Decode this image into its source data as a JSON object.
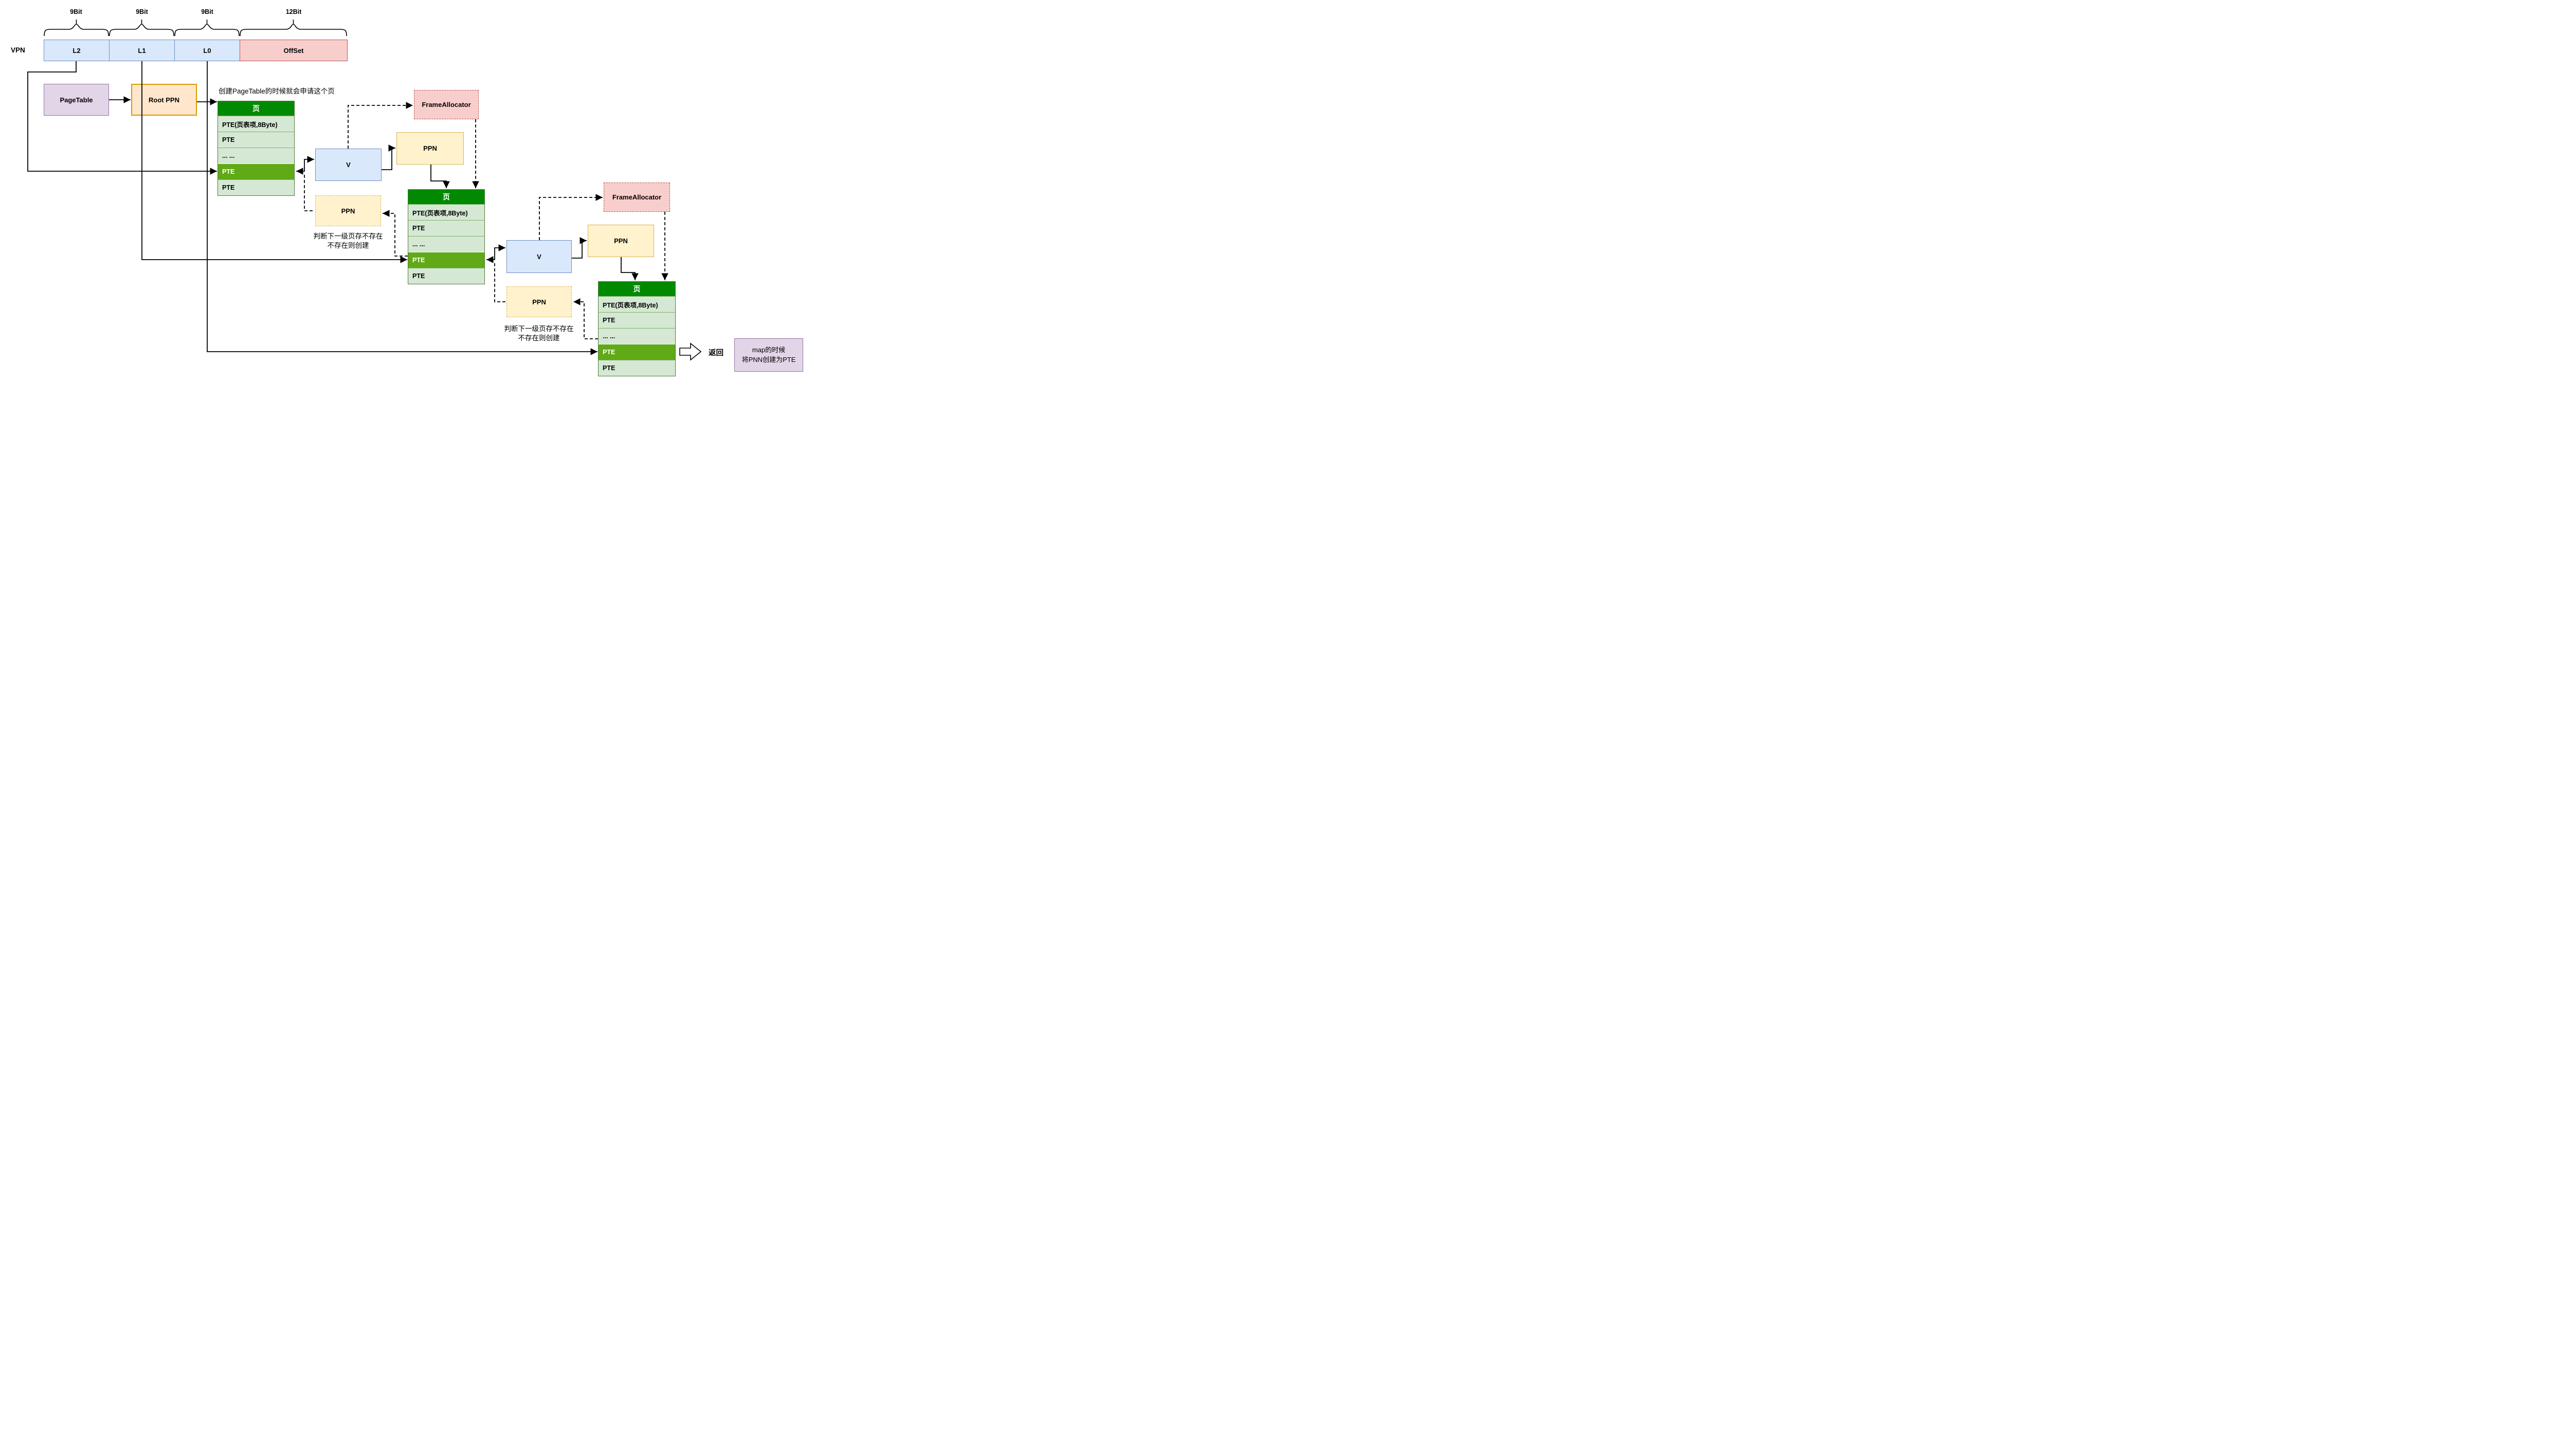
{
  "bit_labels": [
    "9Bit",
    "9Bit",
    "9Bit",
    "12Bit"
  ],
  "vpn": {
    "label": "VPN",
    "fields": [
      "L2",
      "L1",
      "L0",
      "OffSet"
    ]
  },
  "page_table_label": "PageTable",
  "root_ppn_label": "Root PPN",
  "annotation_create": "创建PageTable的时候就会申请这个页",
  "page_table": {
    "header": "页",
    "rows": [
      "PTE(页表项,8Byte)",
      "PTE",
      "... ...",
      "PTE",
      "PTE"
    ],
    "highlight_index": 3
  },
  "v_label": "V",
  "ppn_label": "PPN",
  "frame_allocator_label": "FrameAllocator",
  "check_note": {
    "line1": "判断下一级页存不存在",
    "line2": "不存在则创建"
  },
  "return_label": "返回",
  "map_note": {
    "line1": "map的时候",
    "line2": "将PNN创建为PTE"
  },
  "colors": {
    "table_header_green": "#018a01",
    "table_row_green": "#d5e8d4",
    "table_border_green": "#82b366",
    "highlight_green": "#60a917",
    "blue_fill": "#dae8fc",
    "blue_border": "#6c8ebf",
    "red_fill": "#f8cecc",
    "red_border": "#b85450",
    "yellow_fill": "#fff2cc",
    "yellow_border": "#d6b656",
    "orange_fill": "#ffe6cc",
    "orange_border": "#d79b00",
    "purple_fill": "#e1d5e7",
    "purple_border": "#9673a6"
  }
}
